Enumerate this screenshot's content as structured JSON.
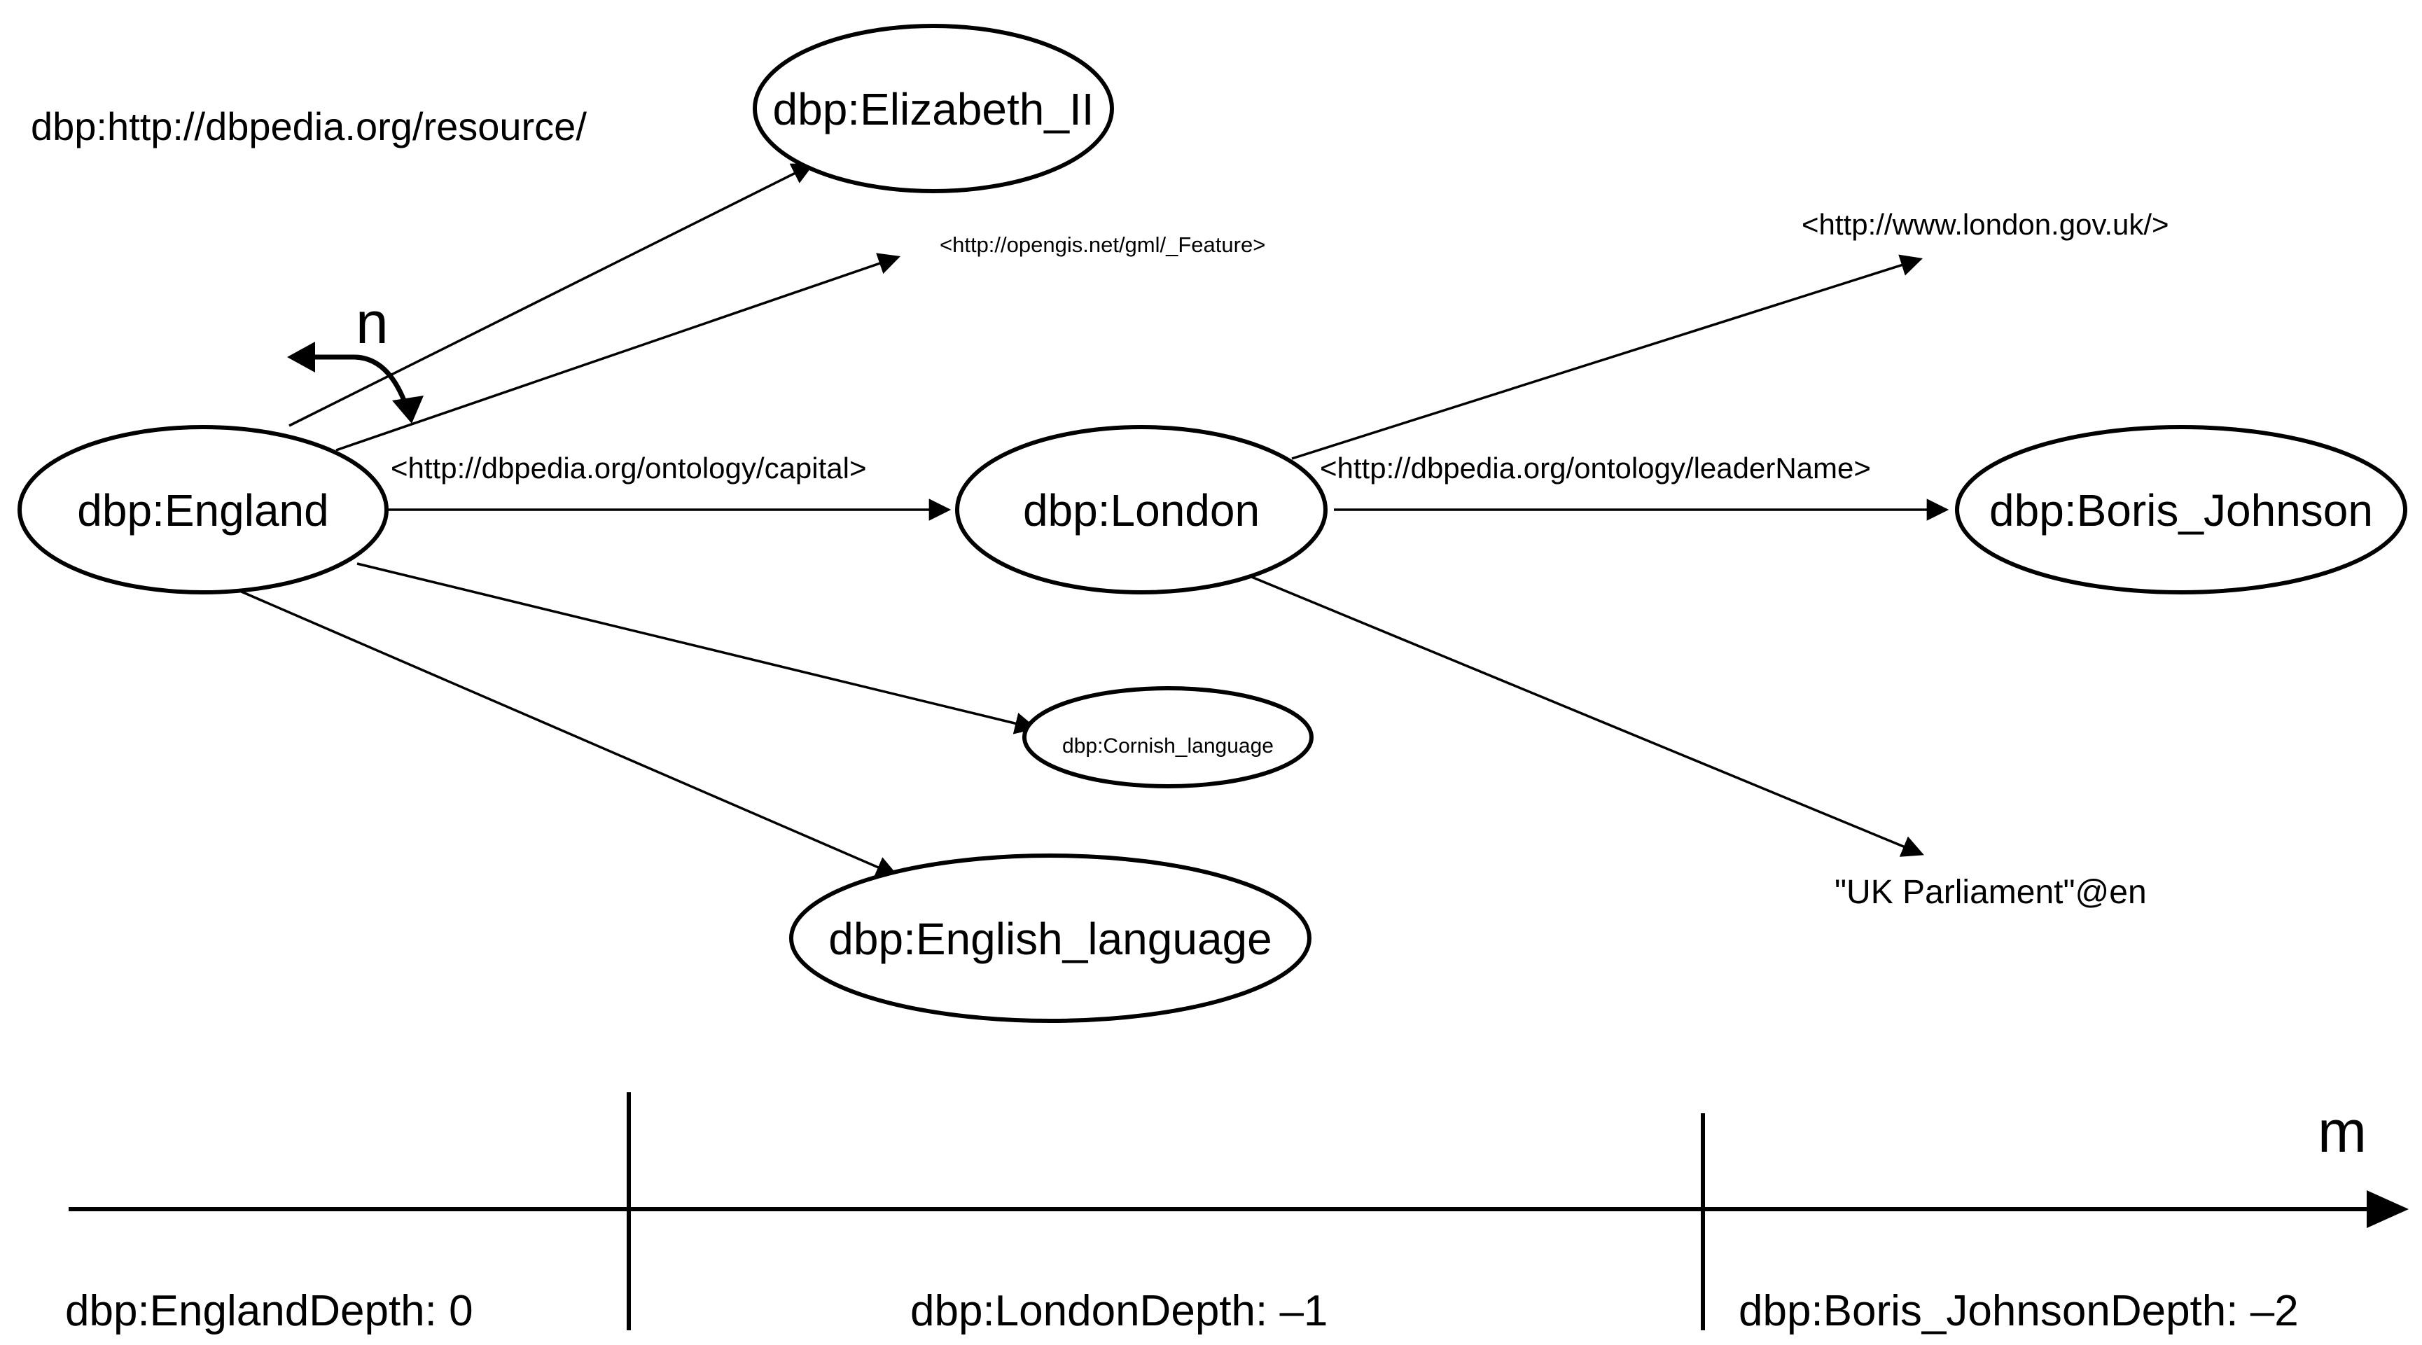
{
  "prefix": "dbp:http://dbpedia.org/resource/",
  "nodes": {
    "england": "dbp:England",
    "elizabeth": "dbp:Elizabeth_II",
    "london": "dbp:London",
    "boris": "dbp:Boris_Johnson",
    "cornish": "dbp:Cornish_language",
    "english": "dbp:English_language"
  },
  "edge_labels": {
    "capital": "<http://dbpedia.org/ontology/capital>",
    "leader": "<http://dbpedia.org/ontology/leaderName>"
  },
  "uri_targets": {
    "feature": "<http://opengis.net/gml/_Feature>",
    "london_gov": "<http://www.london.gov.uk/>"
  },
  "literals": {
    "uk_parliament": "\"UK Parliament\"@en"
  },
  "rotation_label": "n",
  "axis": {
    "label": "m",
    "depths": [
      "dbp:EnglandDepth: 0",
      "dbp:LondonDepth: –1",
      "dbp:Boris_JohnsonDepth: –2"
    ]
  }
}
